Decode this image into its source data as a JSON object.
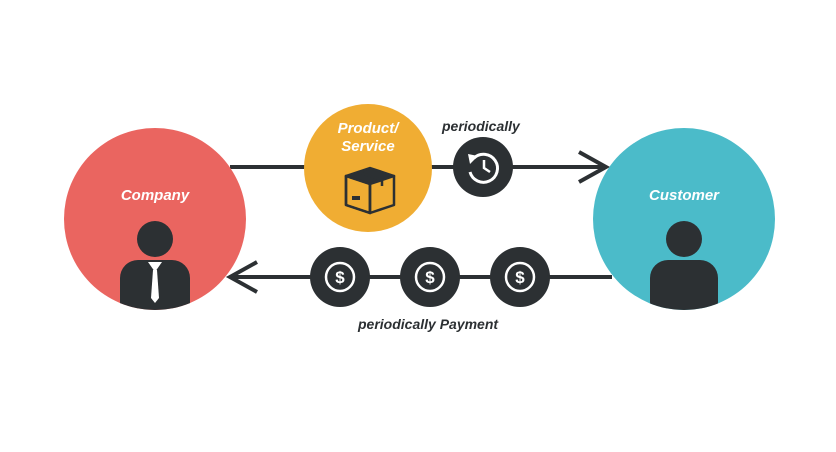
{
  "company": {
    "label": "Company",
    "color": "#ea6560"
  },
  "customer": {
    "label": "Customer",
    "color": "#4bbbc9"
  },
  "product": {
    "label_line1": "Product/",
    "label_line2": "Service",
    "color": "#f0ad33"
  },
  "flow_top": {
    "caption": "periodically",
    "icon": "refresh-clock-icon"
  },
  "flow_bottom": {
    "caption": "periodically Payment",
    "icon": "dollar-icon",
    "coin_count": 3
  },
  "colors": {
    "dark": "#2c3033",
    "background": "#ffffff"
  }
}
